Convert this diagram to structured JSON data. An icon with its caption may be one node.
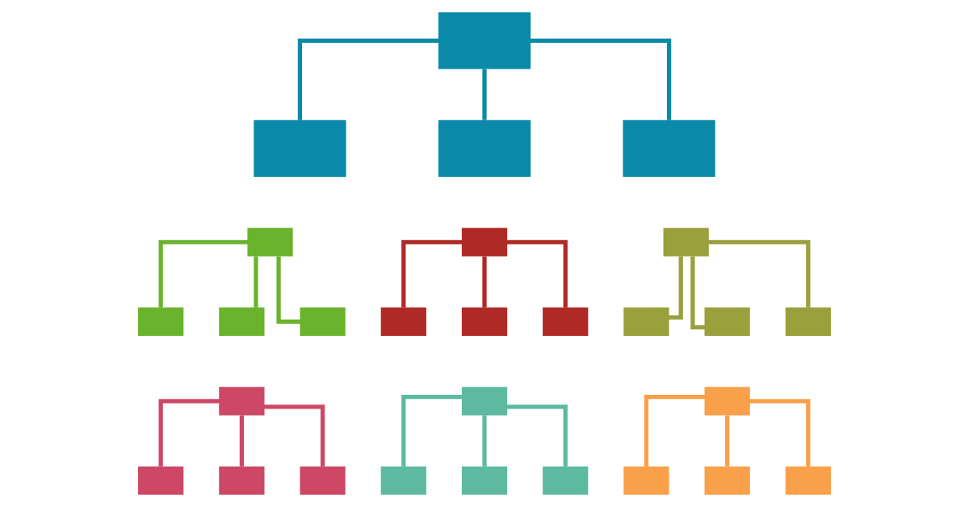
{
  "diagram": {
    "nodes": [
      {
        "text": [],
        "shape": "box"
      },
      {
        "text": [],
        "shape": "box"
      },
      {
        "text": [],
        "shape": "box"
      },
      {
        "text": [],
        "shape": "box"
      },
      {
        "text": [],
        "shape": "box"
      },
      {
        "text": [],
        "shape": "box"
      },
      {
        "text": [],
        "shape": "box"
      },
      {
        "text": [],
        "shape": "box"
      },
      {
        "text": [],
        "shape": "box"
      },
      {
        "text": [],
        "shape": "box"
      },
      {
        "text": [],
        "shape": "box"
      },
      {
        "text": [],
        "shape": "box"
      },
      {
        "text": [],
        "shape": "box"
      },
      {
        "text": [],
        "shape": "box"
      },
      {
        "text": [],
        "shape": "box"
      },
      {
        "text": [],
        "shape": "box"
      },
      {
        "text": [],
        "shape": "box"
      },
      {
        "text": [],
        "shape": "box"
      },
      {
        "text": [],
        "shape": "box"
      },
      {
        "text": [],
        "shape": "box"
      },
      {
        "text": [],
        "shape": "box"
      },
      {
        "text": [],
        "shape": "box"
      },
      {
        "text": [],
        "shape": "box"
      },
      {
        "text": [],
        "shape": "box"
      },
      {
        "text": [],
        "shape": "box"
      },
      {
        "text": [],
        "shape": "box"
      },
      {
        "text": [],
        "shape": "box"
      },
      {
        "text": [],
        "shape": "box"
      }
    ],
    "edges": [
      {
        "from": 0,
        "to": 1,
        "arrow": "none",
        "color": "#0a8aa8"
      },
      {
        "from": 0,
        "to": 2,
        "arrow": "none",
        "color": "#0a8aa8"
      },
      {
        "from": 0,
        "to": 3,
        "arrow": "none",
        "color": "#0a8aa8"
      },
      {
        "from": 4,
        "to": 5,
        "arrow": "none",
        "color": "#6ab42d"
      },
      {
        "from": 4,
        "to": 6,
        "arrow": "none",
        "color": "#6ab42d"
      },
      {
        "from": 4,
        "to": 7,
        "arrow": "none",
        "color": "#6ab42d"
      },
      {
        "from": 8,
        "to": 9,
        "arrow": "none",
        "color": "#b02a25"
      },
      {
        "from": 8,
        "to": 10,
        "arrow": "none",
        "color": "#b02a25"
      },
      {
        "from": 8,
        "to": 11,
        "arrow": "none",
        "color": "#b02a25"
      },
      {
        "from": 12,
        "to": 13,
        "arrow": "none",
        "color": "#9aa03c"
      },
      {
        "from": 12,
        "to": 14,
        "arrow": "none",
        "color": "#9aa03c"
      },
      {
        "from": 12,
        "to": 15,
        "arrow": "none",
        "color": "#9aa03c"
      },
      {
        "from": 16,
        "to": 17,
        "arrow": "none",
        "color": "#cc4866"
      },
      {
        "from": 16,
        "to": 18,
        "arrow": "none",
        "color": "#cc4866"
      },
      {
        "from": 16,
        "to": 19,
        "arrow": "none",
        "color": "#cc4866"
      },
      {
        "from": 20,
        "to": 21,
        "arrow": "none",
        "color": "#5dbaa0"
      },
      {
        "from": 20,
        "to": 22,
        "arrow": "none",
        "color": "#5dbaa0"
      },
      {
        "from": 20,
        "to": 23,
        "arrow": "none",
        "color": "#5dbaa0"
      },
      {
        "from": 24,
        "to": 25,
        "arrow": "none",
        "color": "#f9a04a"
      },
      {
        "from": 24,
        "to": 26,
        "arrow": "none",
        "color": "#f9a04a"
      },
      {
        "from": 24,
        "to": 27,
        "arrow": "none",
        "color": "#f9a04a"
      }
    ]
  }
}
